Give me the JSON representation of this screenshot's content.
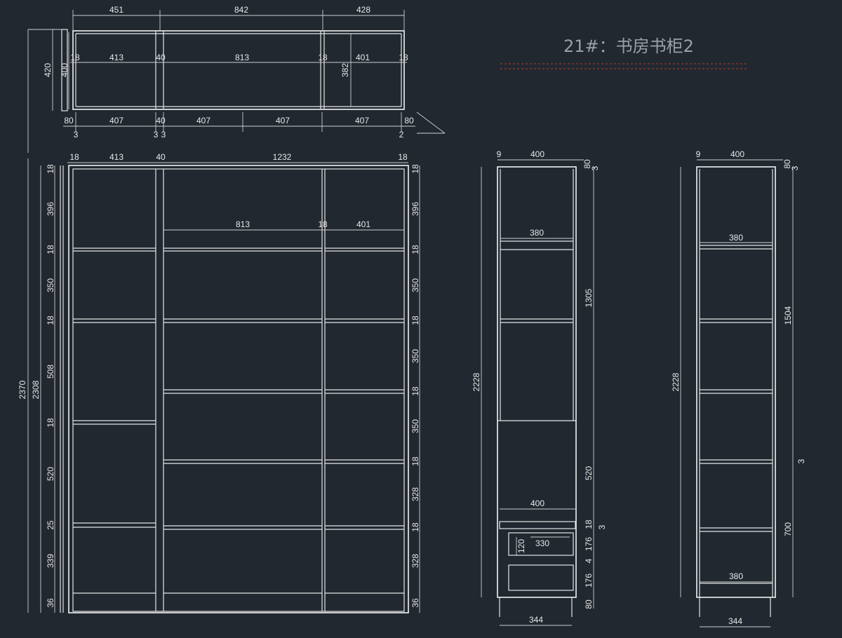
{
  "title": "21#：书房书柜2",
  "colors": {
    "background": "#212830",
    "lines": "#e6e6e6",
    "title": "#9aa0a8",
    "accent_dash": "#c0392b"
  },
  "plan": {
    "top_dims": [
      "451",
      "842",
      "428"
    ],
    "inner_dims": [
      "18",
      "413",
      "40",
      "813",
      "18",
      "401",
      "18"
    ],
    "bottom_dims": [
      "80",
      "407",
      "40",
      "407",
      "407",
      "407",
      "80"
    ],
    "small_dims": [
      "3",
      "3",
      "3",
      "2"
    ],
    "left_dims": [
      "420",
      "400"
    ],
    "right_dim": "382"
  },
  "front": {
    "top_dims": [
      "18",
      "413",
      "40",
      "1232",
      "18"
    ],
    "mid_dims": [
      "813",
      "18",
      "401"
    ],
    "outer_left": [
      "2370",
      "2308"
    ],
    "left_dims": [
      "18",
      "396",
      "18",
      "350",
      "18",
      "508",
      "18",
      "520",
      "25",
      "339",
      "36"
    ],
    "right_dims": [
      "18",
      "396",
      "18",
      "350",
      "18",
      "350",
      "18",
      "350",
      "18",
      "328",
      "18",
      "328",
      "36"
    ]
  },
  "side1": {
    "top_dims": [
      "9",
      "400",
      "80",
      "3"
    ],
    "shelf_width": "380",
    "height": "2228",
    "right_dims": [
      "1305",
      "520",
      "18",
      "176",
      "4",
      "176",
      "80",
      "3"
    ],
    "desk_width": "400",
    "drawer_dims": [
      "120",
      "330"
    ],
    "base_width": "344"
  },
  "side2": {
    "top_dims": [
      "9",
      "400",
      "80",
      "3"
    ],
    "shelf_widths": [
      "380",
      "380"
    ],
    "height": "2228",
    "right_dims": [
      "1504",
      "700",
      "3"
    ],
    "base_width": "344"
  }
}
